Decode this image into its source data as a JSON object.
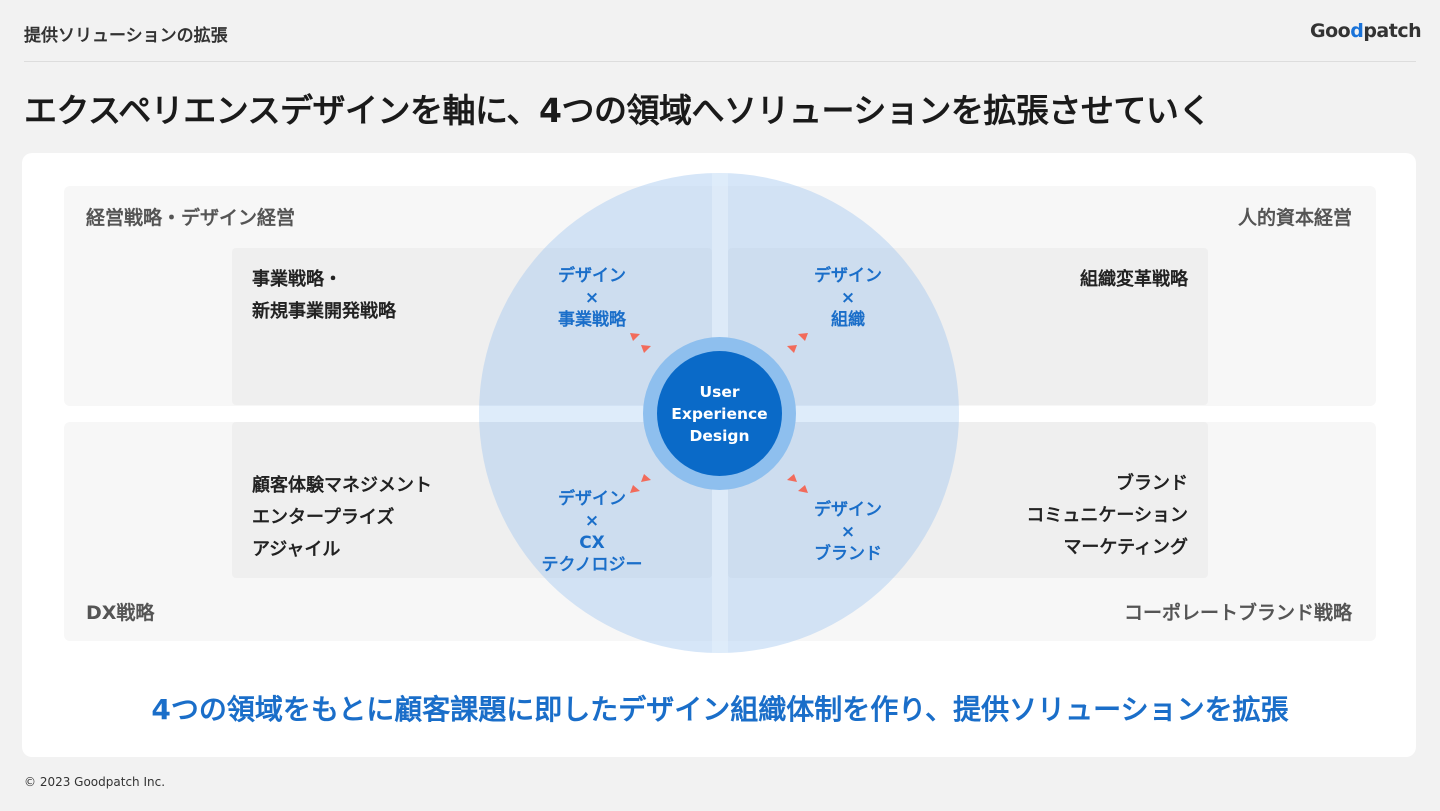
{
  "header": {
    "section": "提供ソリューションの拡張",
    "logo": "Goodpatch"
  },
  "title": "エクスペリエンスデザインを軸に、4つの領域へソリューションを拡張させていく",
  "quadrants": {
    "tl": {
      "label": "経営戦略・デザイン経営",
      "items": [
        "事業戦略・",
        "新規事業開発戦略"
      ],
      "axis": [
        "デザイン",
        "×",
        "事業戦略"
      ]
    },
    "tr": {
      "label": "人的資本経営",
      "items": [
        "組織変革戦略"
      ],
      "axis": [
        "デザイン",
        "×",
        "組織"
      ]
    },
    "bl": {
      "label": "DX戦略",
      "items": [
        "顧客体験マネジメント",
        "エンタープライズ",
        "アジャイル"
      ],
      "axis": [
        "デザイン",
        "×",
        "CX",
        "テクノロジー"
      ]
    },
    "br": {
      "label": "コーポレートブランド戦略",
      "items": [
        "ブランド",
        "コミュニケーション",
        "マーケティング"
      ],
      "axis": [
        "デザイン",
        "×",
        "ブランド"
      ]
    }
  },
  "center": [
    "User",
    "Experience",
    "Design"
  ],
  "conclusion": "4つの領域をもとに顧客課題に即したデザイン組織体制を作り、提供ソリューションを拡張",
  "footer": "© 2023 Goodpatch Inc.",
  "colors": {
    "accent": "#1a6ec9",
    "core": "#0a6ac8",
    "arrow": "#f26b5b"
  }
}
